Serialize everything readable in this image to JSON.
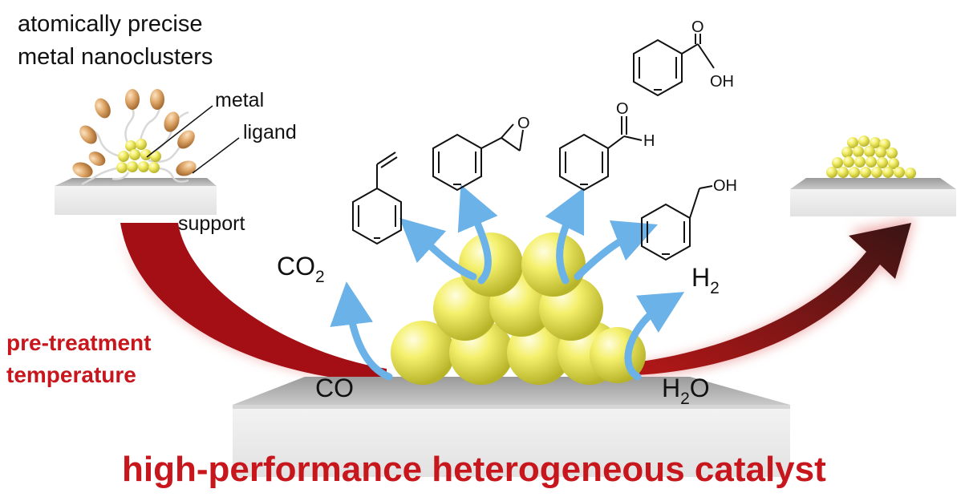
{
  "top_left": {
    "line1": "atomically precise",
    "line2": "metal nanoclusters"
  },
  "callouts": {
    "metal": "metal",
    "ligand": "ligand",
    "support": "support"
  },
  "pretreatment": {
    "line1": "pre-treatment",
    "line2": "temperature"
  },
  "reactions": {
    "co2_main": "CO",
    "co2_sub": "2",
    "co": "CO",
    "h2_main": "H",
    "h2_sub": "2",
    "h2o_h": "H",
    "h2o_sub": "2",
    "h2o_o": "O"
  },
  "molecule_atoms": {
    "epoxide_o": "O",
    "aldehyde_o": "O",
    "aldehyde_h": "H",
    "alcohol_oh": "OH",
    "acid_o": "O",
    "acid_oh": "OH"
  },
  "bottom_title": "high-performance heterogeneous catalyst",
  "colors": {
    "accent_red": "#c8161d",
    "arrow_blue": "#6bb2e8",
    "gold": "#f0ee70",
    "ligand_tan": "#e0a86a",
    "support_gray": "#bdbdbd"
  }
}
